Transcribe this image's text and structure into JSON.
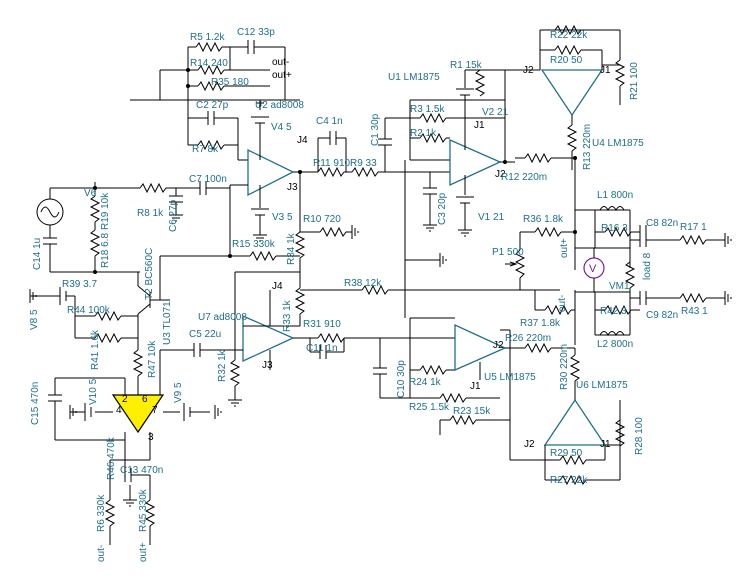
{
  "labels": {
    "r5": "R5 1.2k",
    "c12": "C12 33p",
    "r14": "R14 240",
    "r35": "R35 180",
    "out_minus_top": "out-",
    "out_plus_top": "out+",
    "u2": "U2 ad8008",
    "c2": "C2 27p",
    "v4": "V4 5",
    "r7": "R7 8k",
    "c4": "C4 1n",
    "r11": "R11 910",
    "r9": "R9 33",
    "c1": "C1 30p",
    "r3": "R3 1.5k",
    "r2": "R2 1k",
    "u1": "U1 LM1875",
    "r1": "R1 15k",
    "v2": "V2 21",
    "r22": "R22 22k",
    "r20": "R20 50",
    "r21": "R21 100",
    "j2a": "J2",
    "j1a": "J1",
    "u4": "U4 LM1875",
    "r13": "R13 220m",
    "c7": "C7 100n",
    "v3": "V3 5",
    "j4a": "J4",
    "j3a": "J3",
    "j3b": "J3",
    "j1b": "J1",
    "j2b": "J2",
    "c3": "C3 20p",
    "r12": "R12 220m",
    "v1": "V1 21",
    "v6": "V6",
    "r19": "R19 10k",
    "r8": "R8 1k",
    "c6": "C6 27p",
    "l1": "L1 800n",
    "r16": "R16 3",
    "c8": "C8 82n",
    "r17": "R17 1",
    "c14": "C14 1u",
    "r18": "R18 6.8",
    "r15": "R15 330k",
    "r10": "R10 720",
    "r36": "R36 1.8k",
    "p1": "P1 500",
    "t2": "T2 BC560C",
    "r34": "R34 1k",
    "out_plus_mid": "out+",
    "vm1": "VM1",
    "load": "load 8",
    "r39": "R39 3.7",
    "j4b": "J4",
    "r38": "R38 12k",
    "v8": "V8 5",
    "r44": "R44 100k",
    "out_minus_mid": "out-",
    "u3": "U3 TL071",
    "u7": "U7 ad8008",
    "r33": "R33 1k",
    "r42": "R42 3",
    "c9": "C9 82n",
    "r43": "R43 1",
    "r31": "R31 910",
    "c5": "C5 22u",
    "c11": "C11 1n",
    "r37": "R37 1.8k",
    "l2": "L2 800n",
    "r41": "R41 1.6k",
    "r47": "R47 10k",
    "r26": "R26 220m",
    "r32": "R32 1k",
    "j2c": "J2",
    "j3c": "J3",
    "c10": "C10 30p",
    "r24": "R24 1k",
    "u5": "U5 LM1875",
    "r30": "R30 220m",
    "u6": "U6 LM1875",
    "c15": "C15 470n",
    "v10": "V10 5",
    "v9": "V9 5",
    "r25": "R25 1.5k",
    "j1c": "J1",
    "r23": "R23 15k",
    "r28": "R28 100",
    "j2d": "J2",
    "j1d": "J1",
    "r46": "R46 470k",
    "c13": "C13 470n",
    "r29": "R29 50",
    "r27": "R27 22k",
    "r6": "R6 330k",
    "r45": "R45 330k",
    "out_minus_bot": "out-",
    "out_plus_bot": "out+",
    "pin4": "4",
    "pin3": "3",
    "pin7": "7",
    "pin2": "2",
    "pin6": "6",
    "vm_v": "V"
  },
  "colors": {
    "label": "#1f6f8b",
    "wire": "#000000",
    "voltmeter": "#7b1fa2",
    "opamp_fill": "#ffef00"
  }
}
